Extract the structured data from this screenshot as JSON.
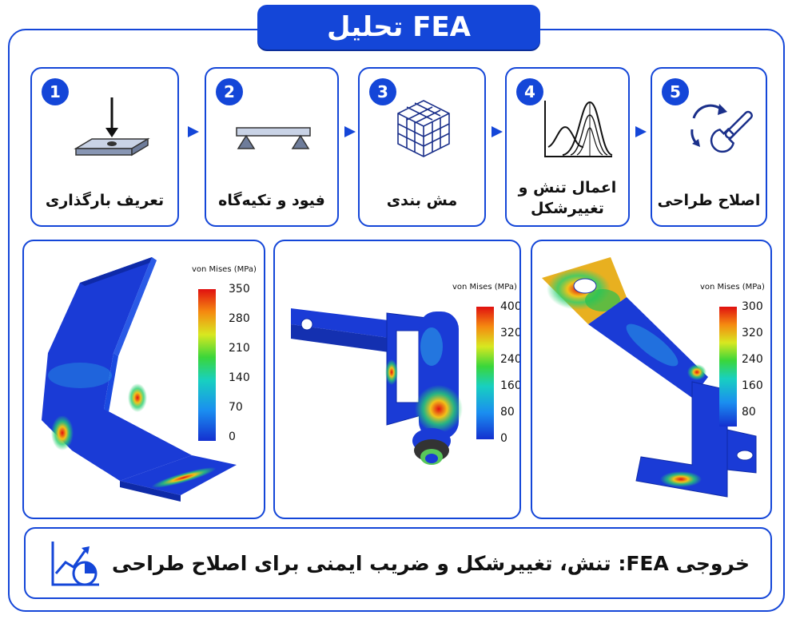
{
  "title": "تحلیل FEA",
  "steps": [
    {
      "num": "1",
      "label": "تعریف بارگذاری",
      "icon": "load-plate-icon"
    },
    {
      "num": "2",
      "label": "فیود و تکیه‌گاه",
      "icon": "beam-supports-icon"
    },
    {
      "num": "3",
      "label": "مش بندی",
      "icon": "mesh-cube-icon"
    },
    {
      "num": "4",
      "label": "اعمال تنش و تغییرشکل",
      "icon": "stress-curve-icon"
    },
    {
      "num": "5",
      "label": "اصلاح طراحی",
      "icon": "wrench-refresh-icon"
    }
  ],
  "results": [
    {
      "legend_title": "von Mises (MPa)",
      "ticks": [
        "350",
        "280",
        "210",
        "140",
        "70",
        "0"
      ]
    },
    {
      "legend_title": "von Mises (MPa)",
      "ticks": [
        "400",
        "320",
        "240",
        "160",
        "80",
        "0"
      ]
    },
    {
      "legend_title": "von Mises (MPa)",
      "ticks": [
        "300",
        "320",
        "240",
        "160",
        "80"
      ]
    }
  ],
  "footer": {
    "text": "خروجی FEA: تنش، تغییرشکل و ضریب ایمنی برای اصلاح طراحی",
    "icon": "analytics-chart-icon"
  },
  "colors": {
    "accent": "#1446d8",
    "stress_low": "#1a3bd6",
    "stress_high": "#e01010"
  }
}
